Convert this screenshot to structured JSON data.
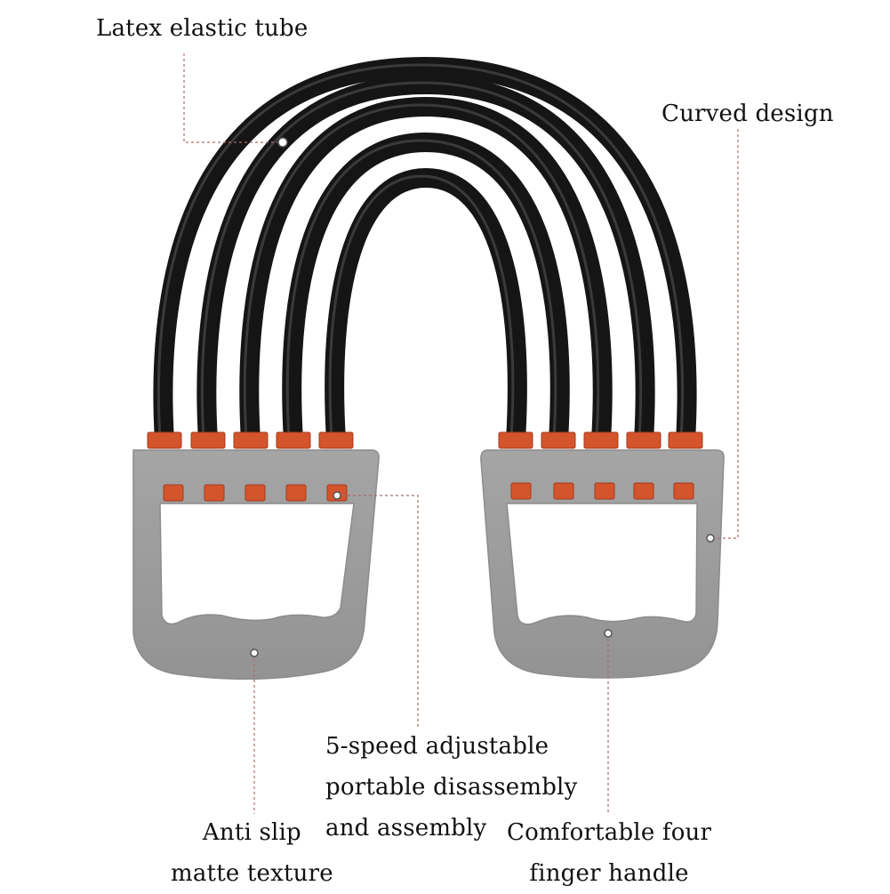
{
  "colors": {
    "tube": "#151515",
    "tube_highlight": "#5a5a5a",
    "handle": "#9c9c9c",
    "handle_edge": "#8a8a8a",
    "clip": "#d4542c",
    "clip_dark": "#a33c1c",
    "leader_line": "#b06a6a",
    "label_text": "#111111"
  },
  "product": {
    "tube_count": 5,
    "handle_count": 2,
    "speed_slots": 5
  },
  "labels": {
    "tube": "Latex elastic tube",
    "curved": "Curved design",
    "adjust": [
      "5-speed adjustable",
      "portable disassembly",
      "and assembly"
    ],
    "anti_slip": [
      "Anti slip",
      "matte texture"
    ],
    "handle": [
      "Comfortable four",
      "finger handle"
    ]
  }
}
